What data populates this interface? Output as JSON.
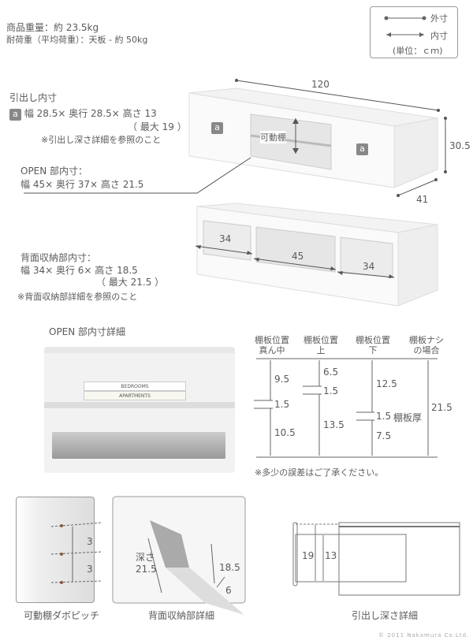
{
  "header": {
    "weight": "商品重量：約 23.5kg",
    "load": "耐荷重（平均荷重）：天板 - 約 50kg"
  },
  "legend": {
    "outer": "外寸",
    "inner": "内寸",
    "unit": "(単位：ｃｍ)"
  },
  "drawer": {
    "title": "引出し内寸",
    "badge": "a",
    "size": "幅 28.5× 奥行 28.5× 高さ 13",
    "max": "（ 最大 19 ）",
    "note": "※引出し深さ詳細を参照のこと"
  },
  "open": {
    "title": "OPEN 部内寸：",
    "size": "幅 45× 奥行 37× 高さ 21.5"
  },
  "back": {
    "title": "背面収納部内寸：",
    "size": "幅 34× 奥行 6× 高さ 18.5",
    "max": "（ 最大 21.5 ）",
    "note": "※背面収納部詳細を参照のこと"
  },
  "front_dims": {
    "width": "120",
    "height": "30.5",
    "depth": "41",
    "shelf": "可動棚",
    "badge": "a"
  },
  "rear_dims": {
    "left": "34",
    "center": "45",
    "right": "34"
  },
  "open_detail": {
    "title": "OPEN 部内寸詳細",
    "book1": "BEDROOMS",
    "book2": "APARTMENTS"
  },
  "shelf_chart": {
    "columns": [
      {
        "head1": "棚板位置",
        "head2": "真ん中",
        "top": "9.5",
        "mid": "1.5",
        "bottom": "10.5"
      },
      {
        "head1": "棚板位置",
        "head2": "上",
        "top": "6.5",
        "mid": "1.5",
        "bottom": "13.5"
      },
      {
        "head1": "棚板位置",
        "head2": "下",
        "top": "12.5",
        "mid": "1.5",
        "bottom": "7.5",
        "mid_label": "棚板厚"
      },
      {
        "head1": "棚板ナシ",
        "head2": "の場合",
        "total": "21.5"
      }
    ],
    "note": "※多少の誤差はご了承ください。"
  },
  "details": {
    "pitch": {
      "caption": "可動棚ダボピッチ",
      "a": "3",
      "b": "3"
    },
    "back": {
      "caption": "背面収納部詳細",
      "depth_label": "深さ",
      "depth": "21.5",
      "height": "18.5",
      "width": "6"
    },
    "drawer": {
      "caption": "引出し深さ詳細",
      "max": "19",
      "inner": "13"
    }
  },
  "copyright": "© 2011 Nakamura Co.Ltd."
}
